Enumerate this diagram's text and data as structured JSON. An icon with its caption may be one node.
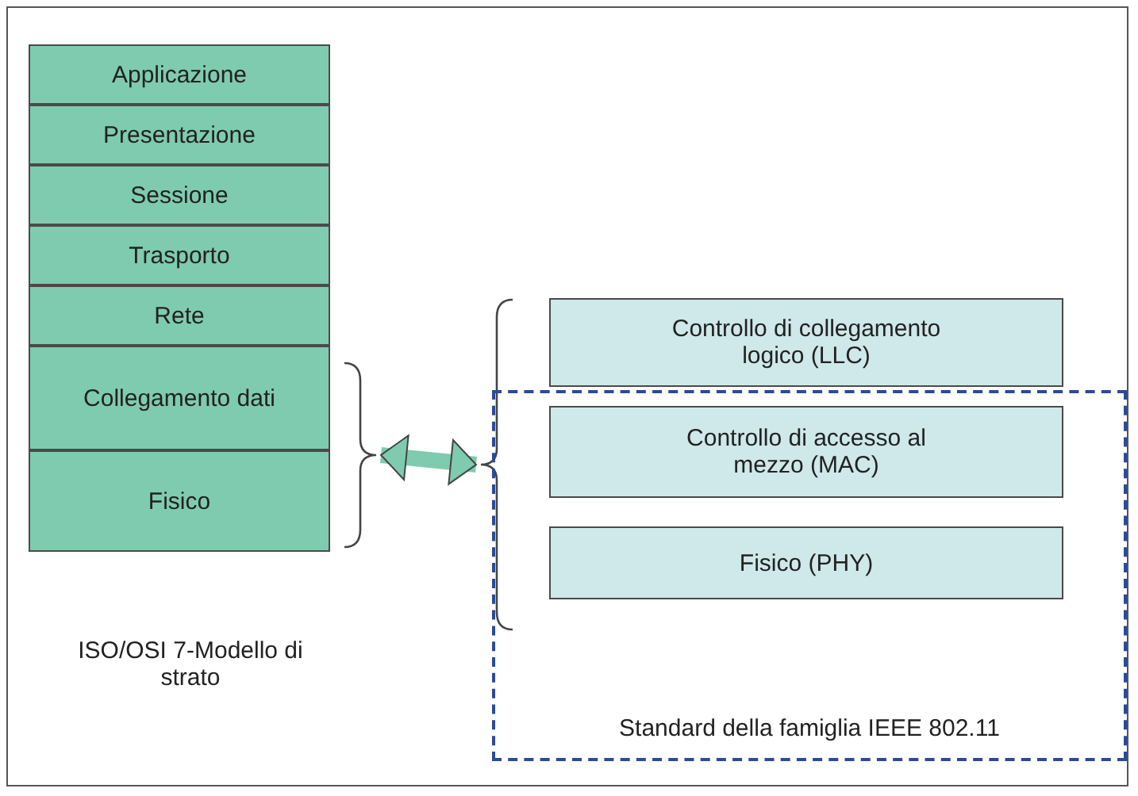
{
  "diagram": {
    "nodes": [
      {
        "text": [
          "Applicazione"
        ]
      },
      {
        "text": [
          "Presentazione"
        ]
      },
      {
        "text": [
          "Sessione"
        ]
      },
      {
        "text": [
          "Trasporto"
        ]
      },
      {
        "text": [
          "Rete"
        ]
      },
      {
        "text": [
          "Collegamento dati"
        ]
      },
      {
        "text": [
          "Fisico"
        ]
      },
      {
        "text": [],
        "shape": "brace"
      },
      {
        "text": [],
        "shape": "brace"
      },
      {
        "text": [
          "Controllo di collegamento logico (LLC)"
        ]
      },
      {
        "text": [
          "Standard della famiglia IEEE 802.11"
        ]
      },
      {
        "text": [
          "Controllo di accesso al mezzo (MAC)"
        ],
        "in": 10
      },
      {
        "text": [
          "Fisico (PHY)"
        ],
        "in": 10
      }
    ],
    "edges": [
      {
        "from": 7,
        "to": 8,
        "arrow": "both"
      }
    ],
    "labels": [
      "ISO/OSI 7-Modello di strato"
    ]
  }
}
